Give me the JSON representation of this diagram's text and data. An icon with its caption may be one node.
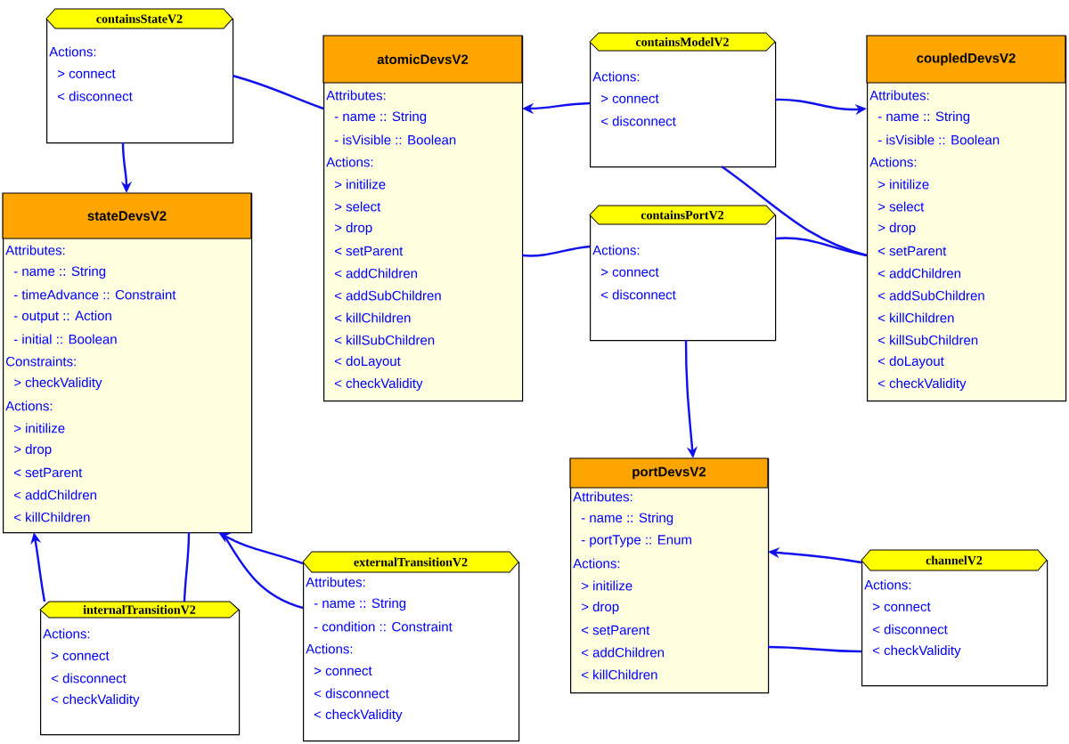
{
  "diagram": {
    "nodes": [
      {
        "text": [
          "containsStateV2",
          "Actions:",
          "> connect",
          "< disconnect"
        ]
      },
      {
        "text": [
          "atomicDevsV2",
          "Attributes:",
          "- name :: String",
          "- isVisible :: Boolean",
          "Actions:",
          "> initilize",
          "> select",
          "> drop",
          "< setParent",
          "< addChildren",
          "< addSubChildren",
          "< killChildren",
          "< killSubChildren",
          "< doLayout",
          "< checkValidity"
        ]
      },
      {
        "text": [
          "containsModelV2",
          "Actions:",
          "> connect",
          "< disconnect"
        ]
      },
      {
        "text": [
          "coupledDevsV2",
          "Attributes:",
          "- name :: String",
          "- isVisible :: Boolean",
          "Actions:",
          "> initilize",
          "> select",
          "> drop",
          "< setParent",
          "< addChildren",
          "< addSubChildren",
          "< killChildren",
          "< killSubChildren",
          "< doLayout",
          "< checkValidity"
        ]
      },
      {
        "text": [
          "stateDevsV2",
          "Attributes:",
          "- name :: String",
          "- timeAdvance :: Constraint",
          "- output :: Action",
          "- initial :: Boolean",
          "Constraints:",
          "> checkValidity",
          "Actions:",
          "> initilize",
          "> drop",
          "< setParent",
          "< addChildren",
          "< killChildren"
        ]
      },
      {
        "text": [
          "containsPortV2",
          "Actions:",
          "> connect",
          "< disconnect"
        ]
      },
      {
        "text": [
          "portDevsV2",
          "Attributes:",
          "- name :: String",
          "- portType :: Enum",
          "Actions:",
          "> initilize",
          "> drop",
          "< setParent",
          "< addChildren",
          "< killChildren"
        ]
      },
      {
        "text": [
          "externalTransitionV2",
          "Attributes:",
          "- name :: String",
          "- condition :: Constraint",
          "Actions:",
          "> connect",
          "< disconnect",
          "< checkValidity"
        ]
      },
      {
        "text": [
          "internalTransitionV2",
          "Actions:",
          "> connect",
          "< disconnect",
          "< checkValidity"
        ]
      },
      {
        "text": [
          "channelV2",
          "Actions:",
          "> connect",
          "< disconnect",
          "< checkValidity"
        ]
      }
    ],
    "edges": [
      {
        "from": 0,
        "to": 1,
        "arrow": "none"
      },
      {
        "from": 0,
        "to": 4,
        "arrow": "to"
      },
      {
        "from": 2,
        "to": 1,
        "arrow": "to"
      },
      {
        "from": 2,
        "to": 3,
        "arrow": "to"
      },
      {
        "from": 2,
        "to": 3,
        "arrow": "none"
      },
      {
        "from": 5,
        "to": 3,
        "arrow": "none"
      },
      {
        "from": 5,
        "to": 1,
        "arrow": "none"
      },
      {
        "from": 5,
        "to": 6,
        "arrow": "to"
      },
      {
        "from": 9,
        "to": 6,
        "arrow": "to"
      },
      {
        "from": 9,
        "to": 6,
        "arrow": "none"
      },
      {
        "from": 8,
        "to": 4,
        "arrow": "to"
      },
      {
        "from": 8,
        "to": 4,
        "arrow": "none"
      },
      {
        "from": 7,
        "to": 4,
        "arrow": "to"
      },
      {
        "from": 7,
        "to": 4,
        "arrow": "none"
      }
    ]
  }
}
